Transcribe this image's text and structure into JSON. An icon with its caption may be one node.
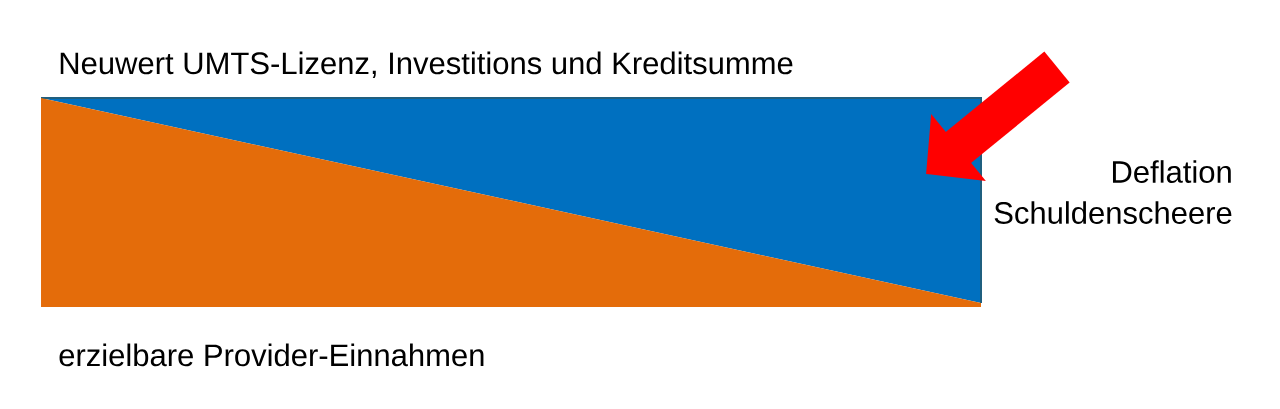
{
  "diagram": {
    "nodes": [
      {
        "text": [
          "Neuwert UMTS-Lizenz, Investitions und Kreditsumme"
        ]
      },
      {
        "text": [
          "erzielbare Provider-Einnahmen"
        ]
      }
    ],
    "labels": [
      "Deflation Schuldenscheere"
    ]
  }
}
